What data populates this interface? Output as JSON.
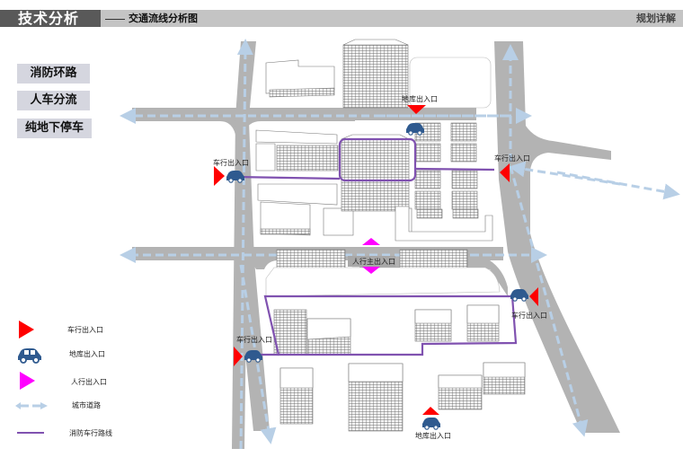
{
  "header": {
    "section_title": "技术分析",
    "subtitle": "交通流线分析图",
    "right_label": "规划详解"
  },
  "tags": [
    {
      "label": "消防环路"
    },
    {
      "label": "人车分流"
    },
    {
      "label": "纯地下停车"
    }
  ],
  "map_labels": {
    "west_upper_vehicle": "车行出入口",
    "north_garage": "地库出入口",
    "east_upper_vehicle": "车行出入口",
    "pedestrian_main": "人行主出入口",
    "east_lower_vehicle": "车行出入口",
    "west_lower_vehicle": "车行出入口",
    "south_garage": "地库出入口"
  },
  "legend": [
    {
      "icon": "red-triangle-icon",
      "label": "车行出入口"
    },
    {
      "icon": "car-icon",
      "label": "地库出入口"
    },
    {
      "icon": "magenta-triangle-icon",
      "label": "人行出入口"
    },
    {
      "icon": "dashed-double-arrow-icon",
      "label": "城市道路"
    },
    {
      "icon": "purple-line-icon",
      "label": "消防车行路线"
    }
  ],
  "colors": {
    "header_dark": "#595959",
    "header_light": "#c4c4c4",
    "tag_bg": "#d5d6df",
    "road": "#b3b3b3",
    "road_arrow": "#b8cfe6",
    "vehicle_entry": "#ff0000",
    "garage_car": "#2f5a8f",
    "pedestrian_entry": "#ff00ff",
    "fire_route": "#8052b0"
  }
}
